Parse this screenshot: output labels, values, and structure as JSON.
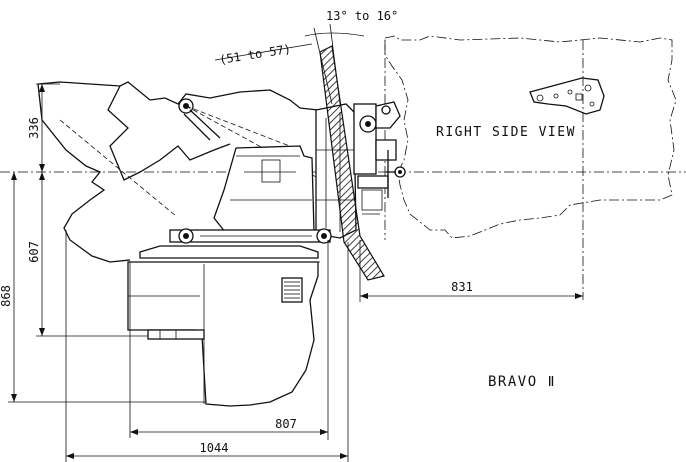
{
  "dimensions": {
    "trim_angle": "13° to 16°",
    "trim_range": "(51 to 57)",
    "height_upper": "336",
    "height_lower": "607",
    "total_height": "868",
    "engine_length": "831",
    "drive_length": "807",
    "overall_length": "1044"
  },
  "labels": {
    "view": "RIGHT SIDE VIEW",
    "model": "BRAVO Ⅱ"
  }
}
